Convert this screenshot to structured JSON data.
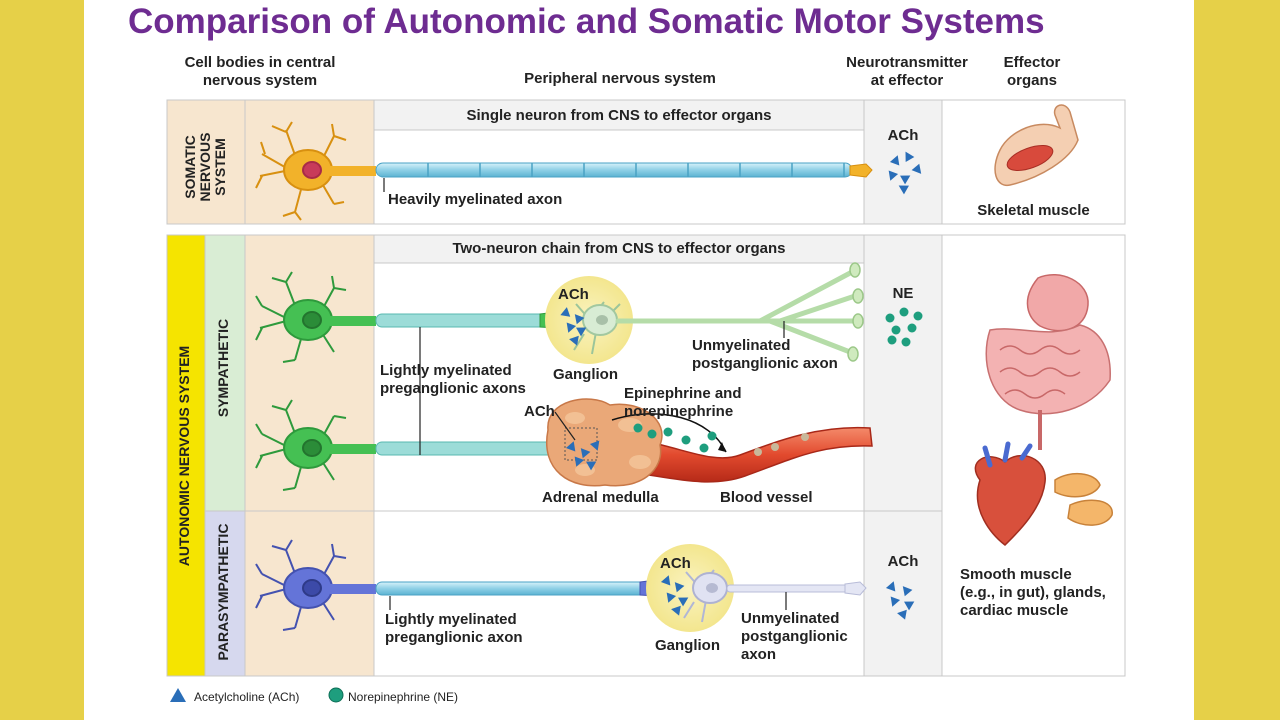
{
  "title": "Comparison of Autonomic and Somatic Motor Systems",
  "headers": {
    "cell_bodies": [
      "Cell bodies in central",
      "nervous system"
    ],
    "peripheral": "Peripheral nervous system",
    "neurotransmitter": [
      "Neurotransmitter",
      "at effector"
    ],
    "effector": [
      "Effector",
      "organs"
    ]
  },
  "somatic": {
    "row_label": [
      "SOMATIC",
      "NERVOUS",
      "SYSTEM"
    ],
    "subheader": "Single neuron from CNS to effector organs",
    "axon_label": "Heavily myelinated axon",
    "neurotransmitter": "ACh",
    "effector": "Skeletal muscle"
  },
  "autonomic": {
    "row_label": "AUTONOMIC NERVOUS SYSTEM",
    "sympathetic": {
      "label": "SYMPATHETIC",
      "subheader": "Two-neuron chain from CNS to effector organs",
      "ganglion_ach": "ACh",
      "ganglion": "Ganglion",
      "pre_axon": [
        "Lightly myelinated",
        "preganglionic axons"
      ],
      "post_axon": [
        "Unmyelinated",
        "postganglionic axon"
      ],
      "neurotransmitter": "NE",
      "adrenal_ach": "ACh",
      "epi": [
        "Epinephrine and",
        "norepinephrine"
      ],
      "adrenal": "Adrenal medulla",
      "blood_vessel": "Blood vessel"
    },
    "parasympathetic": {
      "label": "PARASYMPATHETIC",
      "ganglion_ach": "ACh",
      "ganglion": "Ganglion",
      "pre_axon": [
        "Lightly myelinated",
        "preganglionic axon"
      ],
      "post_axon": [
        "Unmyelinated",
        "postganglionic",
        "axon"
      ],
      "neurotransmitter": "ACh"
    },
    "effector": [
      "Smooth muscle",
      "(e.g., in gut), glands,",
      "cardiac muscle"
    ]
  },
  "legend": {
    "ach": "Acetylcholine (ACh)",
    "ne": "Norepinephrine (NE)"
  },
  "colors": {
    "title": "#6e2c91",
    "side_band": "#e6d048",
    "cns_column": "#f7e6cf",
    "somatic_neuron": "#f0b020",
    "sympathetic_neuron": "#3cb54a",
    "parasympathetic_neuron": "#5566cc",
    "myelin": "#a8dcec",
    "ach": "#2a6eb8",
    "ne": "#1e9e7e",
    "ganglion_bg": "#f6efb0",
    "autonomic_band": "#f5e400",
    "sympathetic_band": "#d9edd4",
    "parasympathetic_band": "#d6d8ee"
  }
}
